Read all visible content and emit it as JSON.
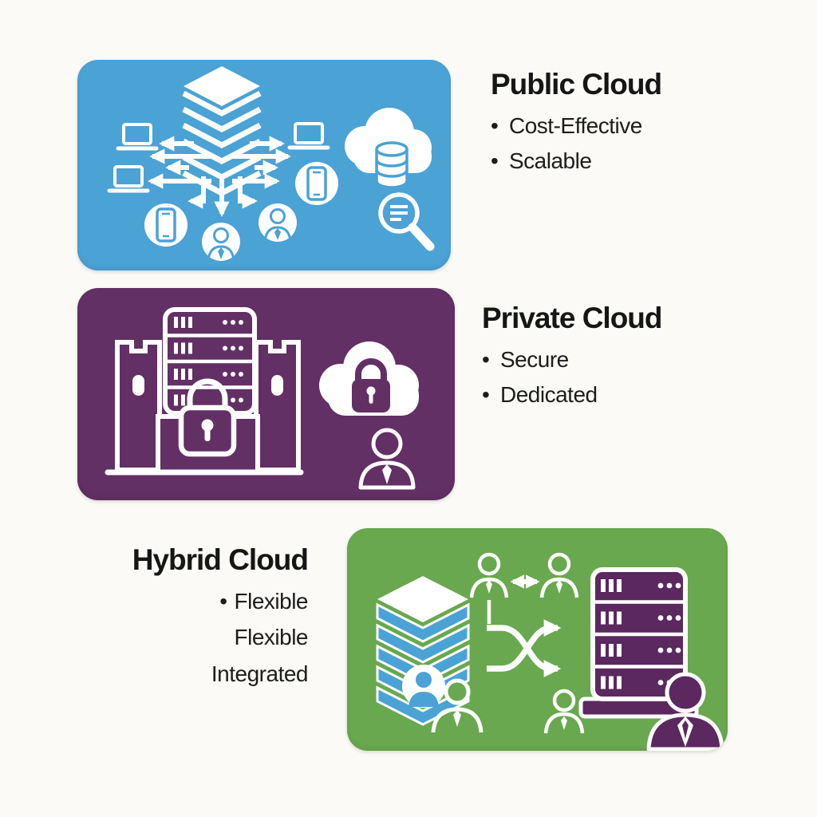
{
  "colors": {
    "background": "#fbfaf6",
    "text": "#1d1d1d",
    "public_blue": "#4BA2D5",
    "private_purple": "#623064",
    "hybrid_green": "#69A84F",
    "rack_purple": "#5B2860",
    "icon_white": "#ffffff"
  },
  "panels": [
    {
      "id": "public",
      "title": "Public Cloud",
      "bullets": [
        {
          "marker": "•",
          "text": "Cost-Effective"
        },
        {
          "marker": "•",
          "text": "Scalable"
        }
      ],
      "color": "#4BA2D5",
      "icons": [
        "server-stack",
        "network-arrows",
        "laptop",
        "laptop",
        "laptop",
        "smartphone",
        "smartphone",
        "user",
        "user",
        "cloud-database",
        "search-magnifier"
      ]
    },
    {
      "id": "private",
      "title": "Private Cloud",
      "bullets": [
        {
          "marker": "•",
          "text": "Secure"
        },
        {
          "marker": "•",
          "text": "Dedicated"
        }
      ],
      "color": "#623064",
      "icons": [
        "castle-fortress",
        "server-rack",
        "padlock",
        "cloud-lock",
        "businessman"
      ]
    },
    {
      "id": "hybrid",
      "title": "Hybrid Cloud",
      "bullets": [
        {
          "marker": "•",
          "text": "Flexible"
        },
        {
          "marker": "",
          "text": "Flexible"
        },
        {
          "marker": "",
          "text": "Integrated"
        }
      ],
      "color": "#69A84F",
      "icons": [
        "blue-server-stack",
        "user",
        "user",
        "user-exchange",
        "swap-arrows",
        "purple-server-rack",
        "user",
        "businessman"
      ]
    }
  ]
}
